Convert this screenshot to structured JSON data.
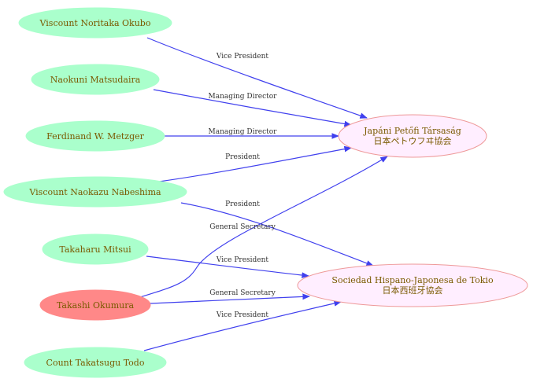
{
  "colors": {
    "person_fill": "#aaffcc",
    "highlight_fill": "#ff8888",
    "org_fill": "#ffeeff",
    "org_stroke": "#ee9999",
    "node_text": "#7a5a00",
    "edge": "#4040ee",
    "edge_label": "#333333"
  },
  "people": [
    {
      "id": "okubo",
      "label": "Viscount Noritaka Okubo",
      "highlight": false
    },
    {
      "id": "matsudaira",
      "label": "Naokuni Matsudaira",
      "highlight": false
    },
    {
      "id": "metzger",
      "label": "Ferdinand W. Metzger",
      "highlight": false
    },
    {
      "id": "nabeshima",
      "label": "Viscount  Naokazu Nabeshima",
      "highlight": false
    },
    {
      "id": "mitsui",
      "label": "Takaharu Mitsui",
      "highlight": false
    },
    {
      "id": "okumura",
      "label": "Takashi Okumura",
      "highlight": true
    },
    {
      "id": "todo",
      "label": "Count  Takatsugu Todo",
      "highlight": false
    }
  ],
  "organizations": [
    {
      "id": "petofi",
      "label": "Japáni Petőfi Társaság",
      "sublabel": "日本ペトウフヰ協会"
    },
    {
      "id": "hispano",
      "label": "Sociedad Hispano-Japonesa de Tokio",
      "sublabel": "日本西班牙協会"
    }
  ],
  "edges": [
    {
      "from": "okubo",
      "to": "petofi",
      "label": "Vice President"
    },
    {
      "from": "matsudaira",
      "to": "petofi",
      "label": "Managing Director"
    },
    {
      "from": "metzger",
      "to": "petofi",
      "label": "Managing Director"
    },
    {
      "from": "nabeshima",
      "to": "petofi",
      "label": "President"
    },
    {
      "from": "nabeshima",
      "to": "hispano",
      "label": "President"
    },
    {
      "from": "okumura",
      "to": "petofi",
      "label": "General Secretary"
    },
    {
      "from": "mitsui",
      "to": "hispano",
      "label": "Vice President"
    },
    {
      "from": "okumura",
      "to": "hispano",
      "label": "General Secretary"
    },
    {
      "from": "todo",
      "to": "hispano",
      "label": "Vice President"
    }
  ]
}
